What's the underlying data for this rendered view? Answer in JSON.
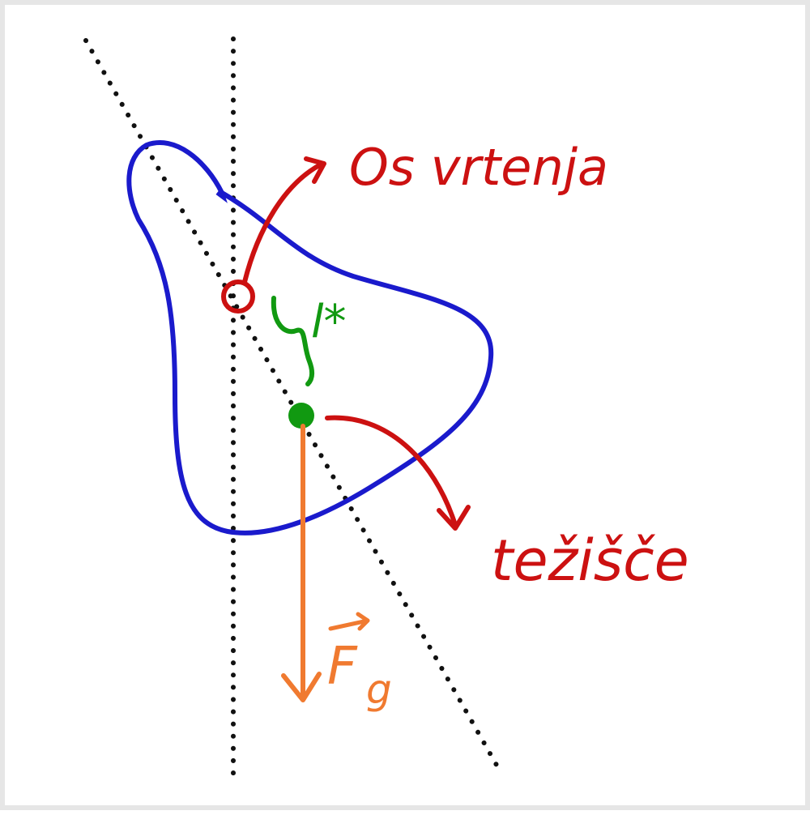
{
  "labels": {
    "axis_of_rotation": "Os vrtenja",
    "center_of_mass": "težišče",
    "lever_arm": "l*",
    "force_symbol": "F",
    "force_subscript": "g"
  },
  "colors": {
    "body_outline": "#1a1acc",
    "annotation": "#cc1111",
    "lever": "#119911",
    "force": "#f07a30",
    "dotted_lines": "#111111",
    "border": "#e6e6e6"
  },
  "icons": {
    "pivot": "open-circle-icon",
    "center_of_mass": "filled-dot-icon",
    "annotation_arrow": "curved-arrow-icon",
    "force_arrow": "down-arrow-icon"
  }
}
